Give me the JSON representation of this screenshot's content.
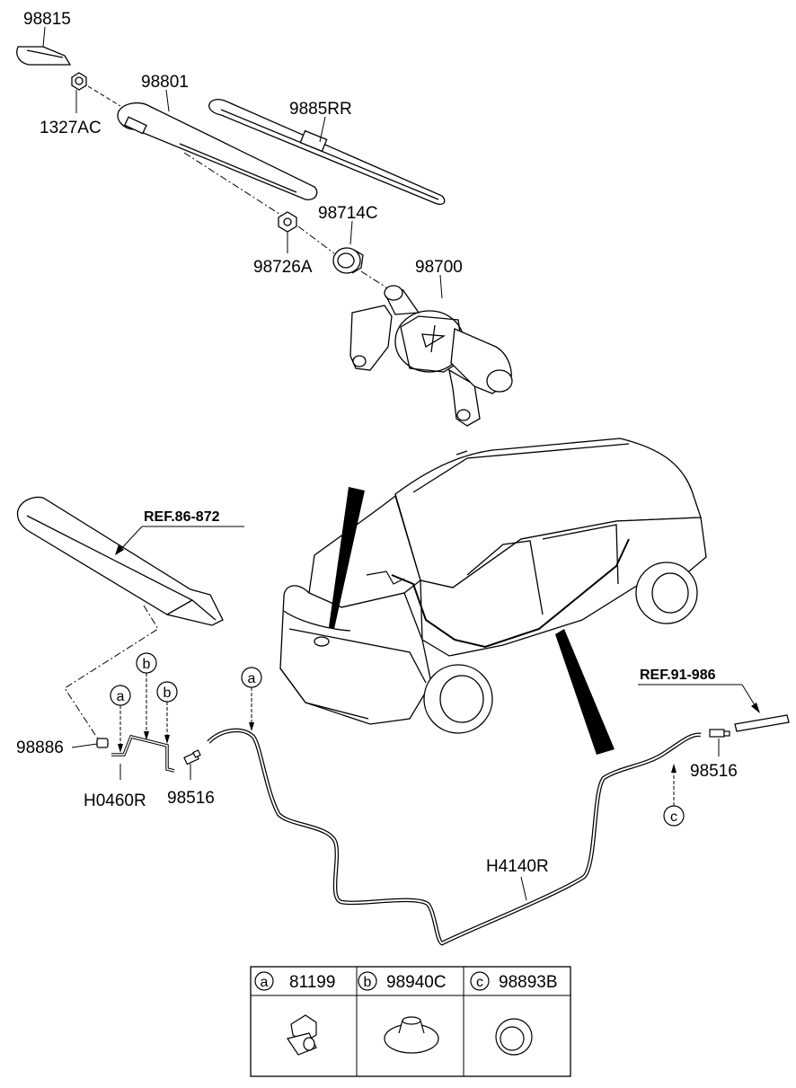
{
  "parts": {
    "p98815": "98815",
    "p1327AC": "1327AC",
    "p98801": "98801",
    "p9885RR": "9885RR",
    "p98714C": "98714C",
    "p98726A": "98726A",
    "p98700": "98700",
    "p98886": "98886",
    "pH0460R": "H0460R",
    "p98516_left": "98516",
    "p98516_right": "98516",
    "pH4140R": "H4140R"
  },
  "refs": {
    "ref_spoiler": "REF.86-872",
    "ref_washer": "REF.91-986"
  },
  "callouts": {
    "a": "a",
    "b": "b",
    "c": "c"
  },
  "legend_table": {
    "items": [
      {
        "letter": "a",
        "part": "81199"
      },
      {
        "letter": "b",
        "part": "98940C"
      },
      {
        "letter": "c",
        "part": "98893B"
      }
    ]
  }
}
